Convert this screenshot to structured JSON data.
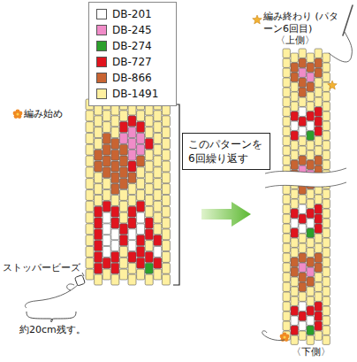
{
  "diagram": {
    "nodes": [
      {
        "text": [
          "このパターンを 6回繰り返す"
        ]
      }
    ],
    "labels": [
      "編み始め",
      "ストッパービーズ",
      "約20cm残す。",
      "編み終わり (パターン6回目)",
      "〈上側〉",
      "〈下側〉"
    ],
    "legend": [
      {
        "text": "DB-201",
        "color": "#ffffff"
      },
      {
        "text": "DB-245",
        "color": "#f08cc8"
      },
      {
        "text": "DB-274",
        "color": "#2ca02c"
      },
      {
        "text": "DB-727",
        "color": "#e0141e"
      },
      {
        "text": "DB-866",
        "color": "#c86432"
      },
      {
        "text": "DB-1491",
        "color": "#fff0a0"
      }
    ]
  }
}
